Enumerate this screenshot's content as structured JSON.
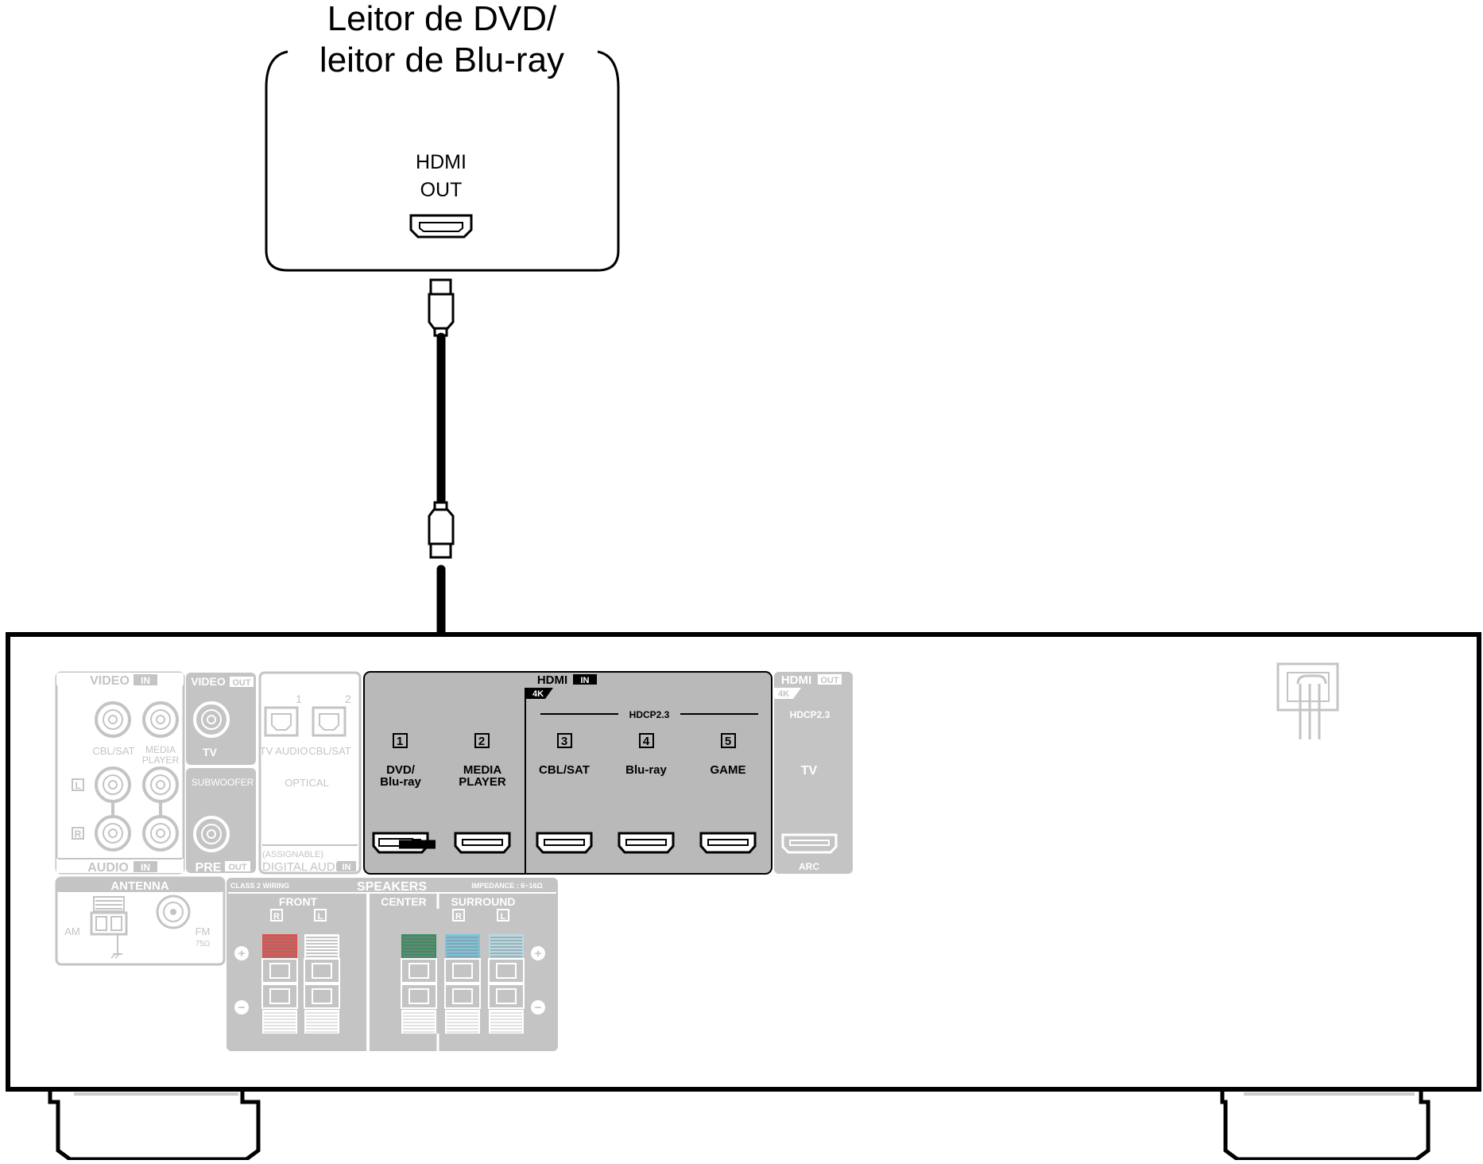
{
  "source_device": {
    "title_line1": "Leitor de DVD/",
    "title_line2": "leitor de Blu-ray",
    "port_line1": "HDMI",
    "port_line2": "OUT"
  },
  "receiver": {
    "video_in": {
      "header_main": "VIDEO",
      "header_tag": "IN",
      "jack_labels": [
        "CBL/SAT",
        "MEDIA",
        "PLAYER"
      ]
    },
    "audio_in": {
      "header_main": "AUDIO",
      "header_tag": "IN",
      "ch_left": "L",
      "ch_right": "R"
    },
    "video_out": {
      "header_main": "VIDEO",
      "header_tag": "OUT",
      "jack_label": "TV"
    },
    "pre_out": {
      "header_main": "PRE",
      "header_tag": "OUT",
      "jack_label": "SUBWOOFER"
    },
    "digital_audio": {
      "num1": "1",
      "num2": "2",
      "label1": "TV AUDIO",
      "label2": "CBL/SAT",
      "type": "OPTICAL",
      "note": "(ASSIGNABLE)",
      "header_main": "DIGITAL AUDIO",
      "header_tag": "IN"
    },
    "hdmi_in": {
      "header_main": "HDMI",
      "header_tag": "IN",
      "badge_4k": "4K",
      "hdcp": "HDCP2.3",
      "inputs": [
        {
          "num": "1",
          "line1": "DVD/",
          "line2": "Blu-ray"
        },
        {
          "num": "2",
          "line1": "MEDIA",
          "line2": "PLAYER"
        },
        {
          "num": "3",
          "line1": "CBL/SAT",
          "line2": ""
        },
        {
          "num": "4",
          "line1": "Blu-ray",
          "line2": ""
        },
        {
          "num": "5",
          "line1": "GAME",
          "line2": ""
        }
      ]
    },
    "hdmi_out": {
      "header_main": "HDMI",
      "header_tag": "OUT",
      "badge_4k": "4K",
      "hdcp": "HDCP2.3",
      "label": "TV",
      "arc": "ARC"
    },
    "antenna": {
      "header": "ANTENNA",
      "am": "AM",
      "fm": "FM",
      "fm_ohm": "75Ω"
    },
    "speakers": {
      "wiring": "CLASS 2 WIRING",
      "header": "SPEAKERS",
      "impedance": "IMPEDANCE : 6~16Ω",
      "front": "FRONT",
      "center": "CENTER",
      "surround": "SURROUND",
      "r": "R",
      "l": "L",
      "plus": "+",
      "minus": "−"
    }
  },
  "colors": {
    "line": "#000000",
    "faded_panel": "#c4c4c4",
    "hdmi_panel": "#b9b9b9",
    "speaker_front_r": "#d9534f",
    "speaker_center": "#3f8a63",
    "speaker_surround_r": "#7fc3da",
    "speaker_surround_l": "#b6d9e3"
  }
}
